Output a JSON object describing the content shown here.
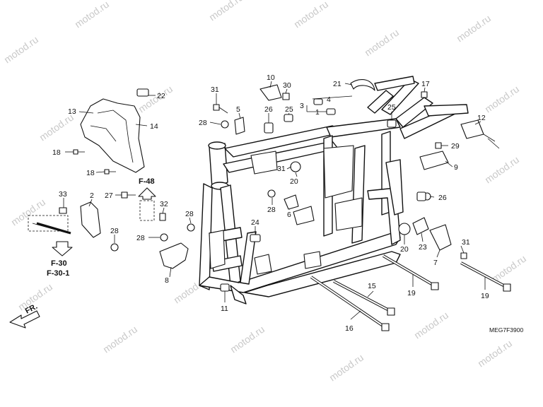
{
  "diagram_code": "MEG7F3900",
  "watermark_text": "motod.ru",
  "direction_label": "FR.",
  "references": {
    "f48": "F-48",
    "f30": "F-30",
    "f30_1": "F-30-1"
  },
  "callouts": {
    "c1": "1",
    "c2": "2",
    "c3": "3",
    "c4": "4",
    "c5": "5",
    "c6": "6",
    "c7": "7",
    "c8": "8",
    "c9": "9",
    "c10": "10",
    "c11": "11",
    "c12": "12",
    "c13": "13",
    "c14": "14",
    "c15": "15",
    "c16": "16",
    "c17": "17",
    "c18a": "18",
    "c18b": "18",
    "c19a": "19",
    "c19b": "19",
    "c20a": "20",
    "c20b": "20",
    "c21": "21",
    "c22": "22",
    "c23": "23",
    "c24": "24",
    "c25a": "25",
    "c25b": "25",
    "c26a": "26",
    "c26b": "26",
    "c27": "27",
    "c28a": "28",
    "c28b": "28",
    "c28c": "28",
    "c28d": "28",
    "c28e": "28",
    "c29": "29",
    "c30": "30",
    "c31a": "31",
    "c31b": "31",
    "c31c": "31",
    "c32": "32",
    "c33": "33"
  }
}
